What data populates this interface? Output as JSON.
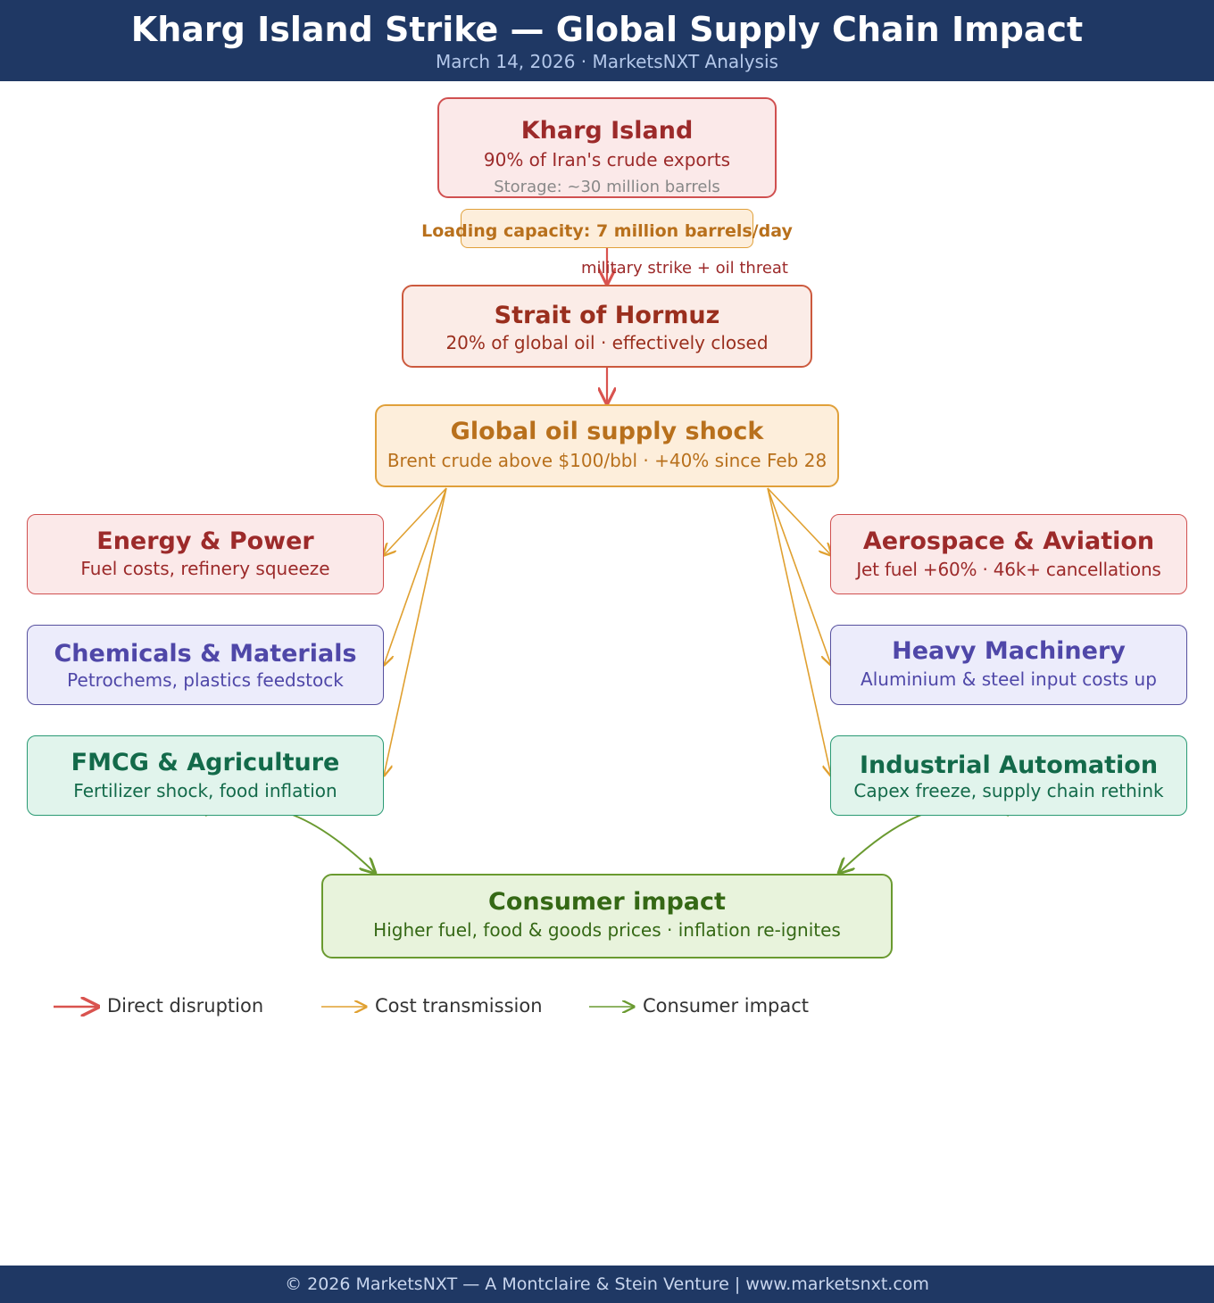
{
  "header": {
    "title": "Kharg Island Strike — Global Supply Chain Impact",
    "subtitle": "March 14, 2026  ·  MarketsNXT Analysis"
  },
  "nodes": {
    "kharg": {
      "title": "Kharg Island",
      "line1": "90% of Iran's crude exports",
      "line2": "Storage: ~30 million barrels"
    },
    "loading": {
      "label": "Loading capacity: 7 million barrels/day"
    },
    "edge_label": "military strike + oil threat",
    "hormuz": {
      "title": "Strait of Hormuz",
      "line1": "20% of global oil  ·  effectively closed"
    },
    "shock": {
      "title": "Global oil supply shock",
      "line1": "Brent crude above $100/bbl  ·  +40% since Feb 28"
    },
    "energy": {
      "title": "Energy & Power",
      "line1": "Fuel costs, refinery squeeze"
    },
    "chemicals": {
      "title": "Chemicals & Materials",
      "line1": "Petrochems, plastics feedstock"
    },
    "fmcg": {
      "title": "FMCG & Agriculture",
      "line1": "Fertilizer shock, food inflation"
    },
    "aerospace": {
      "title": "Aerospace & Aviation",
      "line1": "Jet fuel +60%  ·  46k+ cancellations"
    },
    "machinery": {
      "title": "Heavy Machinery",
      "line1": "Aluminium & steel input costs up"
    },
    "automation": {
      "title": "Industrial Automation",
      "line1": "Capex freeze, supply chain rethink"
    },
    "consumer": {
      "title": "Consumer impact",
      "line1": "Higher fuel, food & goods prices  ·  inflation re-ignites"
    }
  },
  "legend": {
    "direct": "Direct disruption",
    "cost": "Cost transmission",
    "consumer": "Consumer impact"
  },
  "colors": {
    "direct": "#d9534f",
    "cost": "#e0a030",
    "consumer": "#6a9a30",
    "header_bg": "#1f3864"
  },
  "footer": {
    "text": "© 2026 MarketsNXT — A Montclaire & Stein Venture  |  www.marketsnxt.com"
  }
}
